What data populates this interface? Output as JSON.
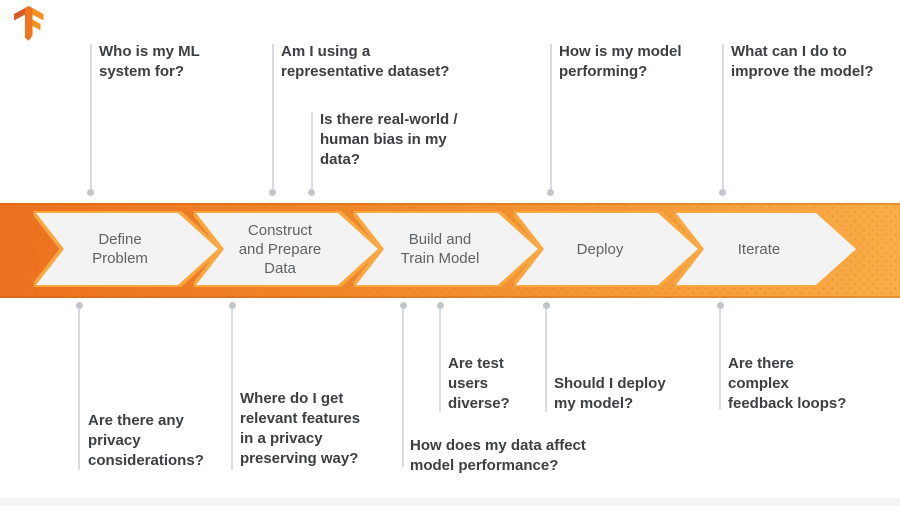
{
  "logo": {
    "name": "TensorFlow logo"
  },
  "colors": {
    "band_left": "#ED7120",
    "band_right": "#F8AC47",
    "chevron_fill": "#F2F3F2",
    "chevron_outline": "#F9A740",
    "stage_text": "#5F6368",
    "question_text": "#3C4043",
    "connector_line": "#DADCE0",
    "connector_dot": "#C2C6CA"
  },
  "stages": [
    {
      "label": "Define\nProblem"
    },
    {
      "label": "Construct\nand Prepare\nData"
    },
    {
      "label": "Build and\nTrain Model"
    },
    {
      "label": "Deploy"
    },
    {
      "label": "Iterate"
    }
  ],
  "top_questions": [
    {
      "text": "Who is my ML\nsystem for?"
    },
    {
      "text": "Am I using a\nrepresentative dataset?"
    },
    {
      "text": "Is there real-world /\nhuman bias in my\ndata?"
    },
    {
      "text": "How is my model\nperforming?"
    },
    {
      "text": "What can I do to\nimprove the model?"
    }
  ],
  "bottom_questions": [
    {
      "text": "Are there any\nprivacy\nconsiderations?"
    },
    {
      "text": "Where do I get\nrelevant features\nin a privacy\npreserving way?"
    },
    {
      "text": "How does my data affect\nmodel performance?"
    },
    {
      "text": "Are test\nusers\ndiverse?"
    },
    {
      "text": "Should I deploy\nmy model?"
    },
    {
      "text": "Are there\ncomplex\nfeedback loops?"
    }
  ]
}
